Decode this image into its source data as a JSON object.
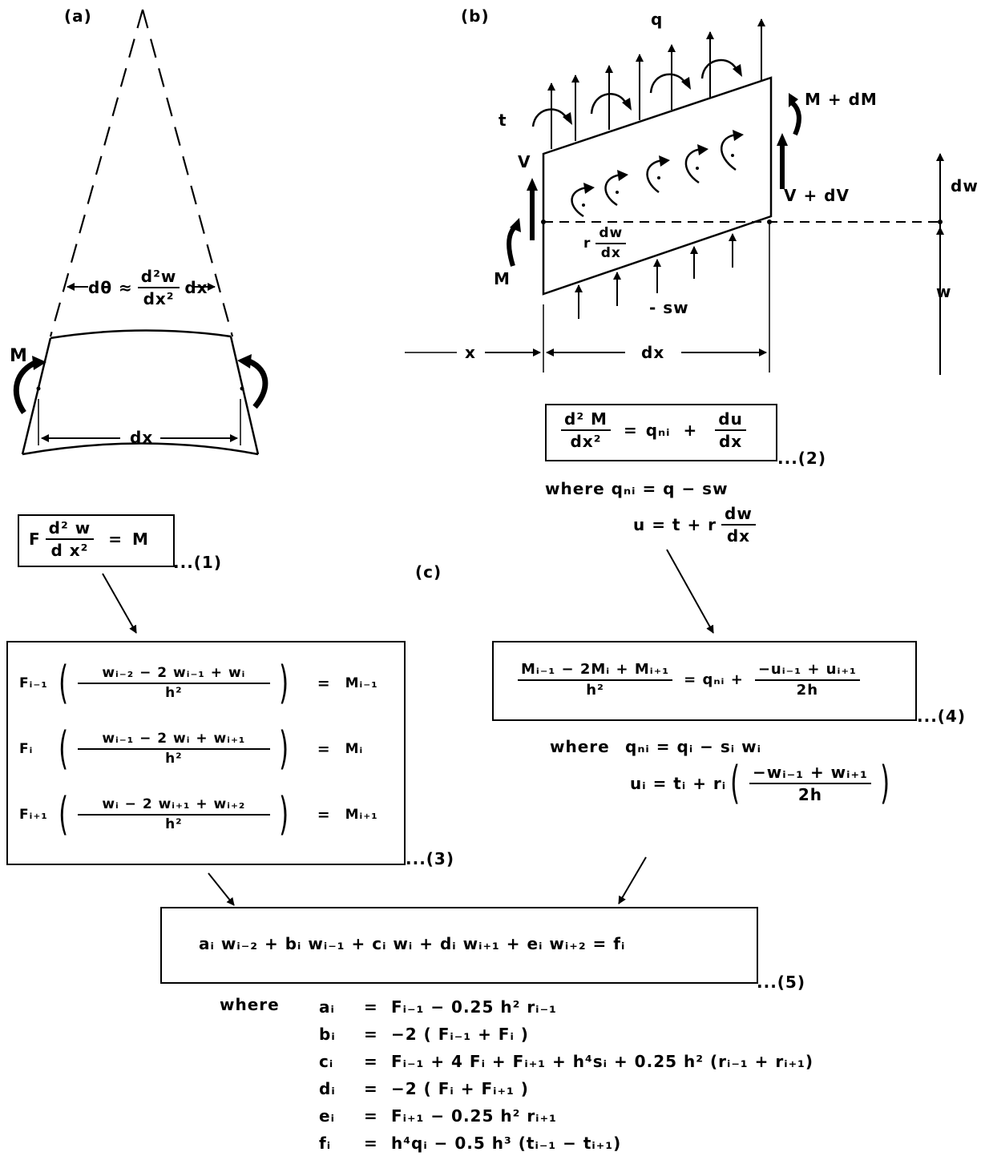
{
  "panel_a": {
    "label": "(a)",
    "angle_label": "dθ ≈",
    "angle_num": "d²w",
    "angle_den": "dx²",
    "angle_dx": "dx",
    "moment_label": "M",
    "length_label": "dx"
  },
  "panel_b": {
    "label": "(b)",
    "q_label": "q",
    "t_label": "t",
    "mdm_label": "M + dM",
    "v_label": "V",
    "vdv_label": "V + dV",
    "dw_label": "dw",
    "w_label": "w",
    "m_label": "M",
    "r_label": "r",
    "r_num": "dw",
    "r_den": "dx",
    "sw_label": "- sw",
    "x_label": "x",
    "dx_label": "dx"
  },
  "panel_c": {
    "label": "(c)"
  },
  "eq1": {
    "lhs_f": "F",
    "num": "d² w",
    "den": "d x²",
    "eq": "=",
    "rhs": "M",
    "tag": "...(1)"
  },
  "eq2": {
    "lhs_num": "d² M",
    "lhs_den": "dx²",
    "eq": "=",
    "q": "qₙᵢ",
    "plus": "+",
    "rhs_num": "du",
    "rhs_den": "dx",
    "tag": "...(2)",
    "where1": "where qₙᵢ = q − sw",
    "where2_lhs": "u = t + r",
    "where2_num": "dw",
    "where2_den": "dx"
  },
  "eq3": {
    "rows": [
      {
        "f": "Fᵢ₋₁",
        "num": "wᵢ₋₂ − 2 wᵢ₋₁ + wᵢ",
        "den": "h²",
        "rhs": "Mᵢ₋₁"
      },
      {
        "f": "Fᵢ",
        "num": "wᵢ₋₁ − 2 wᵢ + wᵢ₊₁",
        "den": "h²",
        "rhs": "Mᵢ"
      },
      {
        "f": "Fᵢ₊₁",
        "num": "wᵢ − 2 wᵢ₊₁ + wᵢ₊₂",
        "den": "h²",
        "rhs": "Mᵢ₊₁"
      }
    ],
    "eq": "=",
    "tag": "...(3)"
  },
  "eq4": {
    "lhs_num": "Mᵢ₋₁ − 2Mᵢ + Mᵢ₊₁",
    "lhs_den": "h²",
    "mid": "= qₙᵢ +",
    "rhs_num": "−uᵢ₋₁ + uᵢ₊₁",
    "rhs_den": "2h",
    "tag": "...(4)",
    "where_word": "where",
    "where1": "qₙᵢ  =  qᵢ  −  sᵢ wᵢ",
    "where2_lhs": "uᵢ  =  tᵢ  +  rᵢ",
    "where2_num": "−wᵢ₋₁ + wᵢ₊₁",
    "where2_den": "2h"
  },
  "eq5": {
    "body": "aᵢ wᵢ₋₂  +  bᵢ wᵢ₋₁  +  cᵢ wᵢ   +   dᵢ wᵢ₊₁  +  eᵢ wᵢ₊₂  =   fᵢ",
    "tag": "...(5)",
    "where_word": "where",
    "defs": [
      {
        "lhs": "aᵢ",
        "rhs": "Fᵢ₋₁ − 0.25 h² rᵢ₋₁"
      },
      {
        "lhs": "bᵢ",
        "rhs": "−2 ( Fᵢ₋₁ + Fᵢ )"
      },
      {
        "lhs": "cᵢ",
        "rhs": "Fᵢ₋₁ + 4 Fᵢ + Fᵢ₊₁ + h⁴sᵢ + 0.25 h²  (rᵢ₋₁ + rᵢ₊₁)"
      },
      {
        "lhs": "dᵢ",
        "rhs": "−2 ( Fᵢ + Fᵢ₊₁ )"
      },
      {
        "lhs": "eᵢ",
        "rhs": "Fᵢ₊₁ − 0.25 h² rᵢ₊₁"
      },
      {
        "lhs": "fᵢ",
        "rhs": "h⁴qᵢ − 0.5 h³ (tᵢ₋₁ − tᵢ₊₁)"
      }
    ],
    "def_eq": "="
  }
}
